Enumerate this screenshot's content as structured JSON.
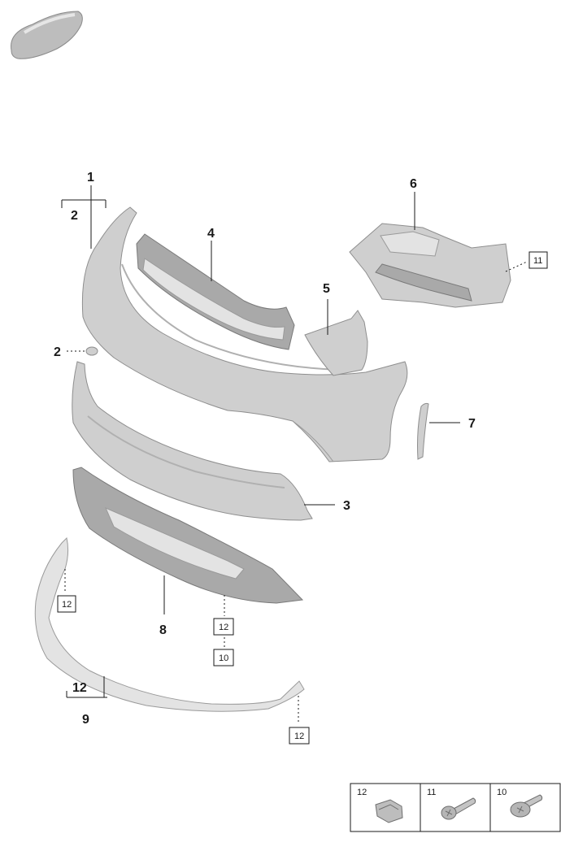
{
  "callouts": {
    "c1": "1",
    "c2a": "2",
    "c2b": "2",
    "c3": "3",
    "c4": "4",
    "c5": "5",
    "c6": "6",
    "c7": "7",
    "c8": "8",
    "c9": "9",
    "c12bold": "12"
  },
  "boxed_refs": {
    "b11": "11",
    "b12a": "12",
    "b12b": "12",
    "b10": "10",
    "b12c": "12"
  },
  "legend": {
    "items": [
      {
        "number": "12",
        "icon": "clip-nut-icon"
      },
      {
        "number": "11",
        "icon": "screw-bolt-icon"
      },
      {
        "number": "10",
        "icon": "flange-screw-icon"
      }
    ]
  }
}
